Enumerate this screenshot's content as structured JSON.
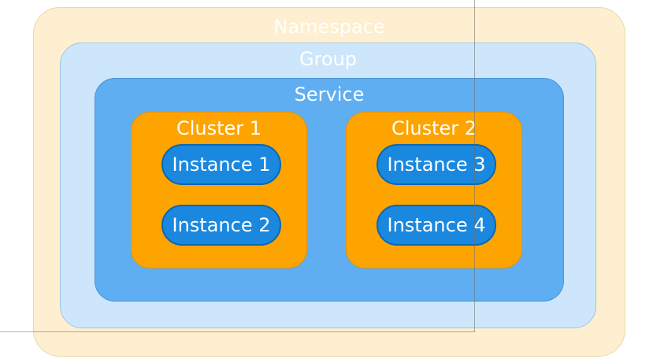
{
  "namespace": {
    "label": "Namespace"
  },
  "group": {
    "label": "Group"
  },
  "service": {
    "label": "Service",
    "clusters": [
      {
        "label": "Cluster 1",
        "instances": [
          "Instance 1",
          "Instance 2"
        ]
      },
      {
        "label": "Cluster 2",
        "instances": [
          "Instance 3",
          "Instance 4"
        ]
      }
    ]
  },
  "colors": {
    "namespace": "#fdefcf",
    "group": "#cde6fb",
    "service": "#5eaef1",
    "cluster": "#fea400",
    "instance": "#1a88de"
  }
}
